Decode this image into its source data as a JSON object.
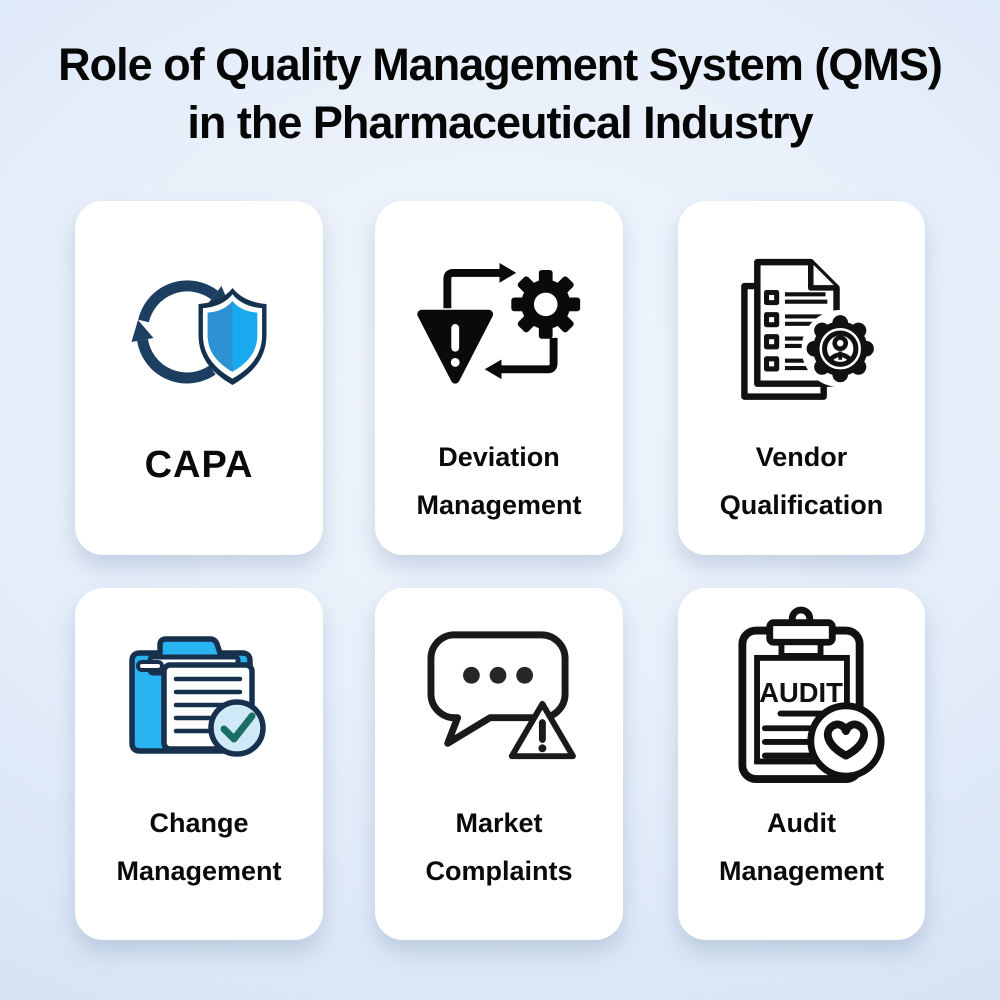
{
  "title": {
    "line1": "Role of Quality Management System (QMS)",
    "line2": "in the Pharmaceutical Industry"
  },
  "cards": [
    {
      "id": "capa",
      "icon": "shield-refresh-icon",
      "label_lines": [
        "CAPA"
      ]
    },
    {
      "id": "deviation-management",
      "icon": "warning-gear-cycle-icon",
      "label_lines": [
        "Deviation",
        "Management"
      ]
    },
    {
      "id": "vendor-qualification",
      "icon": "checklist-person-gear-icon",
      "label_lines": [
        "Vendor",
        "Qualification"
      ]
    },
    {
      "id": "change-management",
      "icon": "folder-document-check-icon",
      "label_lines": [
        "Change",
        "Management"
      ]
    },
    {
      "id": "market-complaints",
      "icon": "speech-bubble-warning-icon",
      "label_lines": [
        "Market",
        "Complaints"
      ]
    },
    {
      "id": "audit-management",
      "icon": "audit-clipboard-check-icon",
      "label_lines": [
        "Audit",
        "Management"
      ]
    }
  ],
  "audit_icon_text": "AUDIT",
  "colors": {
    "background_center": "#f1f6fd",
    "background_edge": "#cdddf1",
    "card_background": "#ffffff",
    "title_text": "#060606",
    "label_text": "#0a0a0a",
    "icon_navy": "#1c3e60",
    "shield_outline": "#14324f",
    "shield_blue_left": "#2c92d4",
    "shield_blue_right": "#18a9ee",
    "icon_black": "#0a0a0a",
    "folder_blue": "#29b3f0",
    "folder_outline": "#16304e",
    "check_badge_fill": "#cfe9f8",
    "check_teal": "#1b6e62"
  }
}
